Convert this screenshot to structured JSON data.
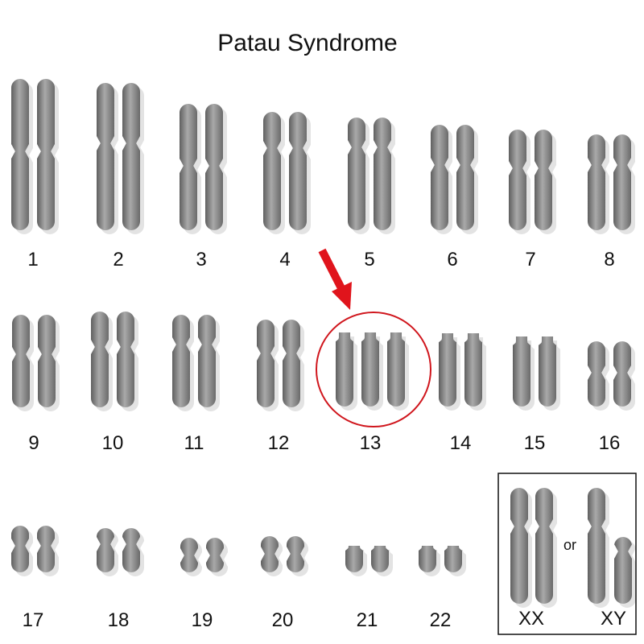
{
  "title": "Patau Syndrome",
  "colors": {
    "chromosome_light": "#a9a9a9",
    "chromosome_mid": "#8a8a8a",
    "chromosome_dark": "#5f5f5f",
    "shadow": "#e3e3e3",
    "highlight": "#d0161d",
    "text": "#111111"
  },
  "chromosomes": [
    {
      "label": "1",
      "copies": 2,
      "type": "metacentric"
    },
    {
      "label": "2",
      "copies": 2,
      "type": "submetacentric"
    },
    {
      "label": "3",
      "copies": 2,
      "type": "metacentric"
    },
    {
      "label": "4",
      "copies": 2,
      "type": "submetacentric"
    },
    {
      "label": "5",
      "copies": 2,
      "type": "submetacentric"
    },
    {
      "label": "6",
      "copies": 2,
      "type": "submetacentric"
    },
    {
      "label": "7",
      "copies": 2,
      "type": "submetacentric"
    },
    {
      "label": "8",
      "copies": 2,
      "type": "submetacentric"
    },
    {
      "label": "9",
      "copies": 2,
      "type": "submetacentric"
    },
    {
      "label": "10",
      "copies": 2,
      "type": "submetacentric"
    },
    {
      "label": "11",
      "copies": 2,
      "type": "submetacentric"
    },
    {
      "label": "12",
      "copies": 2,
      "type": "submetacentric"
    },
    {
      "label": "13",
      "copies": 3,
      "type": "acrocentric",
      "highlighted": true
    },
    {
      "label": "14",
      "copies": 2,
      "type": "acrocentric"
    },
    {
      "label": "15",
      "copies": 2,
      "type": "acrocentric"
    },
    {
      "label": "16",
      "copies": 2,
      "type": "metacentric"
    },
    {
      "label": "17",
      "copies": 2,
      "type": "submetacentric"
    },
    {
      "label": "18",
      "copies": 2,
      "type": "submetacentric"
    },
    {
      "label": "19",
      "copies": 2,
      "type": "metacentric"
    },
    {
      "label": "20",
      "copies": 2,
      "type": "metacentric"
    },
    {
      "label": "21",
      "copies": 2,
      "type": "acrocentric"
    },
    {
      "label": "22",
      "copies": 2,
      "type": "acrocentric"
    }
  ],
  "sex_chromosomes": {
    "xx_label": "XX",
    "xy_label": "XY",
    "or_label": "or"
  }
}
